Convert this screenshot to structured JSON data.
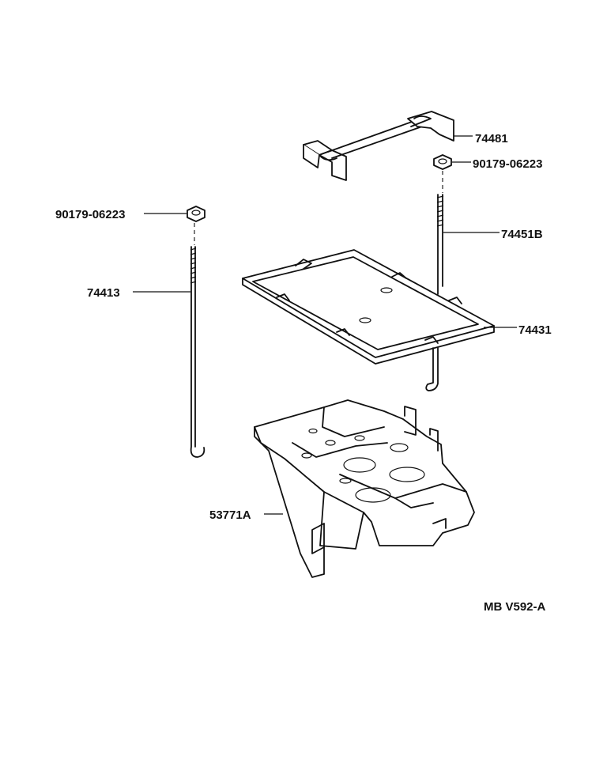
{
  "parts": {
    "hold_down_clamp": "74481",
    "nut_right": "90179-06223",
    "nut_left": "90179-06223",
    "rod_right": "74451B",
    "rod_left": "74413",
    "frame": "74431",
    "tray": "53771A"
  },
  "figure_code": "MB V592-A"
}
